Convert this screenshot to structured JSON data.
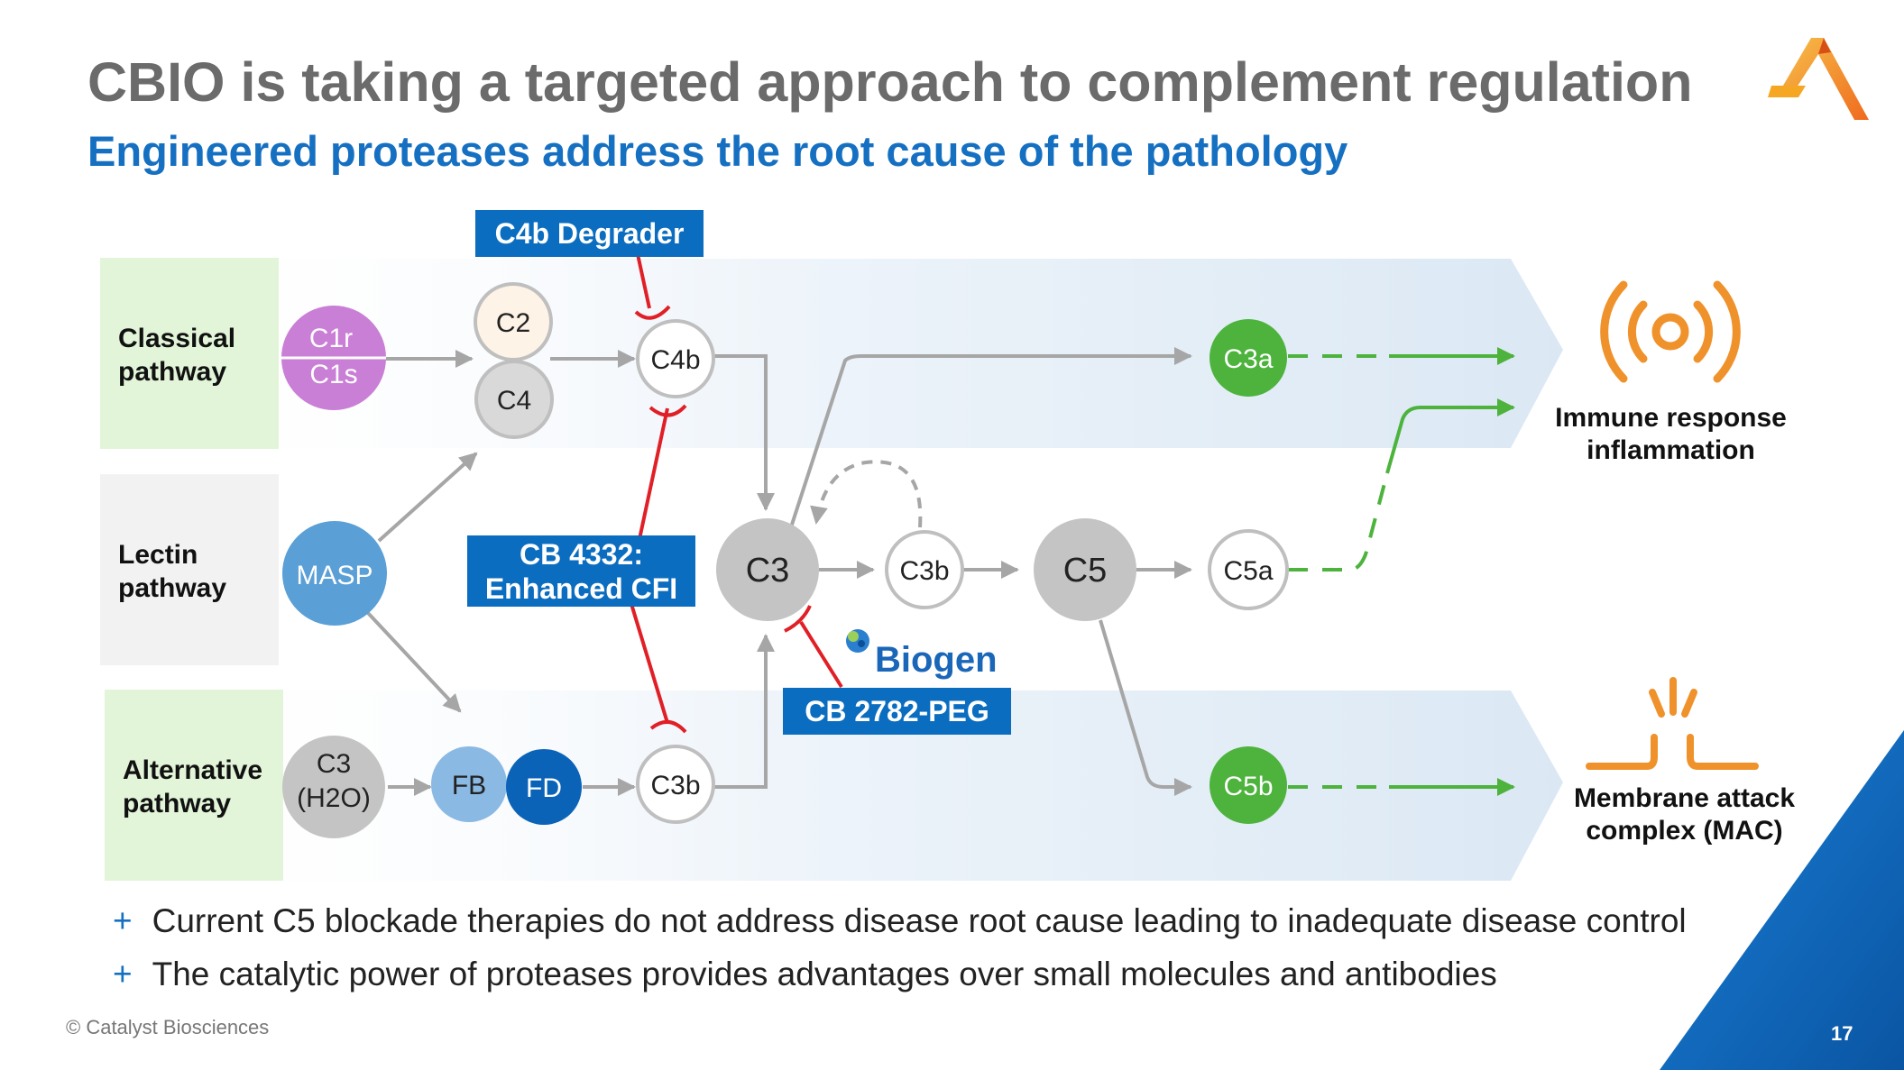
{
  "header": {
    "title": "CBIO is taking a targeted approach to complement regulation",
    "subtitle": "Engineered proteases address the root cause of the pathology"
  },
  "pathways": {
    "classical": "Classical pathway",
    "lectin": "Lectin pathway",
    "alternative": "Alternative pathway"
  },
  "nodes": {
    "c1r": "C1r",
    "c1s": "C1s",
    "c2": "C2",
    "c4": "C4",
    "c4b": "C4b",
    "masp": "MASP",
    "c3_h2o_line1": "C3",
    "c3_h2o_line2": "(H2O)",
    "fb": "FB",
    "fd": "FD",
    "c3b_alt": "C3b",
    "c3": "C3",
    "c3b": "C3b",
    "c5": "C5",
    "c3a": "C3a",
    "c5a": "C5a",
    "c5b": "C5b"
  },
  "therapies": {
    "c4b_degrader": "C4b Degrader",
    "cb4332_line1": "CB 4332:",
    "cb4332_line2": "Enhanced CFI",
    "cb2782": "CB 2782-PEG",
    "partner": "Biogen"
  },
  "outcomes": {
    "immune_line1": "Immune response",
    "immune_line2": "inflammation",
    "mac_line1": "Membrane attack",
    "mac_line2": "complex (MAC)"
  },
  "bullets": [
    "Current C5 blockade therapies do not address disease root cause leading to inadequate disease control",
    "The catalytic power of proteases provides advantages over small molecules and antibodies"
  ],
  "footer": {
    "copyright": "© Catalyst Biosciences",
    "page": "17"
  },
  "colors": {
    "title_gray": "#6b6b6b",
    "accent_blue": "#1670c2",
    "inhibitor_red": "#e01f26",
    "green": "#4db33d",
    "gray_node": "#c8c8c8",
    "orange": "#f0922b",
    "purple": "#c97fd6"
  }
}
